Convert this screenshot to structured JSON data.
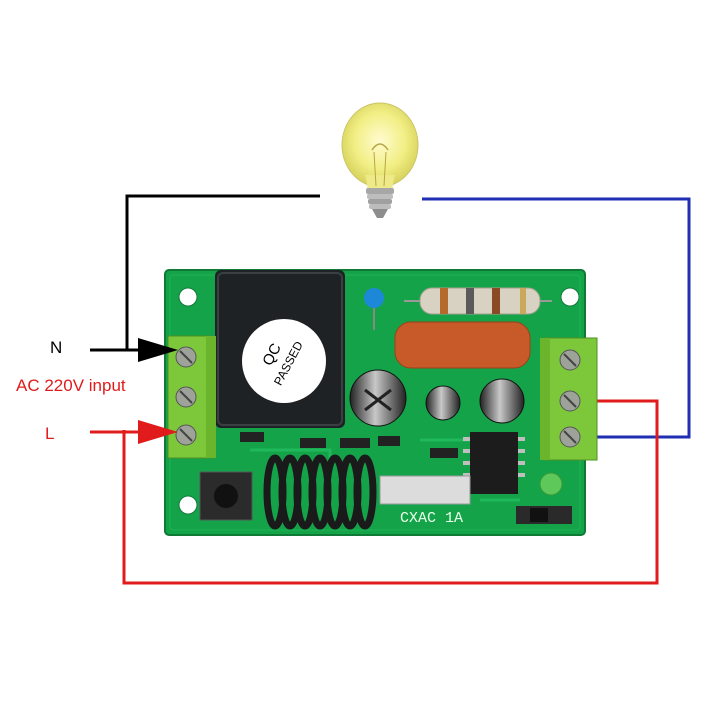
{
  "labels": {
    "neutral": "N",
    "ac_input": "AC 220V input",
    "live": "L"
  },
  "board": {
    "qc_sticker_line1": "QC",
    "qc_sticker_line2": "PASSED",
    "silkscreen_model": "CXAC 1A"
  },
  "colors": {
    "neutral_wire": "#000000",
    "live_wire": "#e11b1b",
    "load_wire": "#1f2fb3",
    "pcb": "#15a34a",
    "terminal_block": "#7cc83a",
    "relay": "#1f2225",
    "capacitor": "#c85a2a"
  },
  "icons": {
    "lamp": "light-bulb-icon",
    "arrows": "arrow-right-icon"
  }
}
